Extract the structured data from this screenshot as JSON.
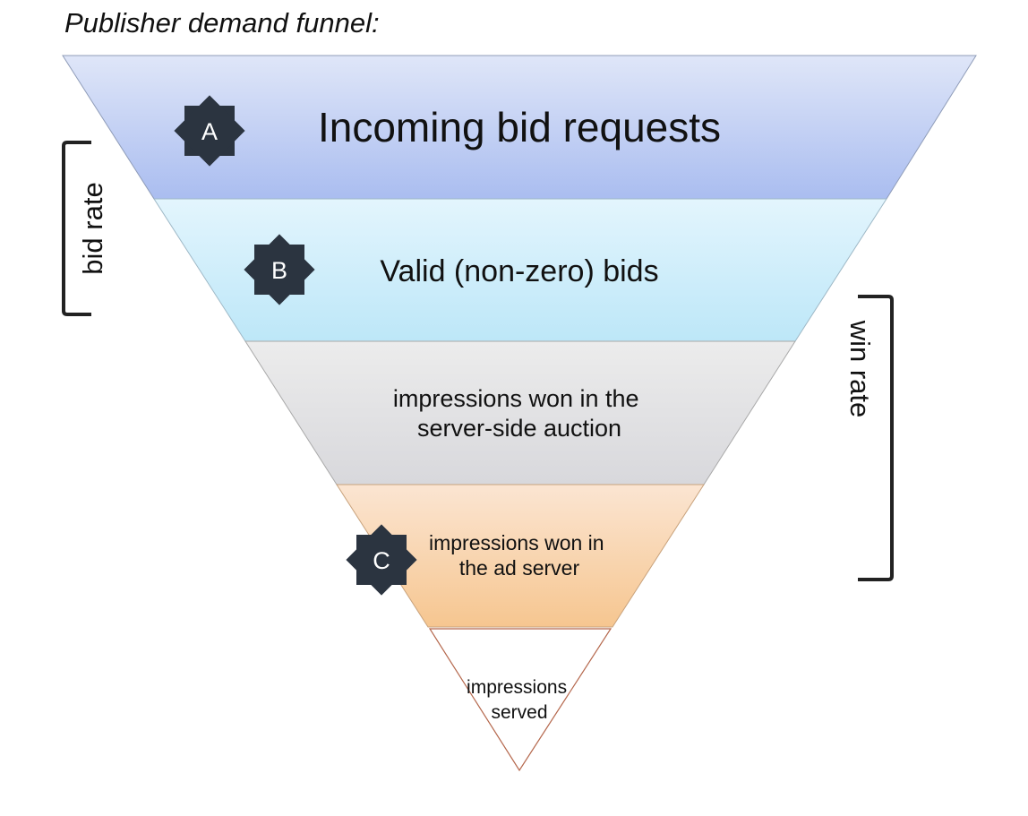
{
  "title": "Publisher demand funnel:",
  "stages": [
    {
      "label_lines": [
        "Incoming bid requests"
      ],
      "badge": "A"
    },
    {
      "label_lines": [
        "Valid (non-zero) bids"
      ],
      "badge": "B"
    },
    {
      "label_lines": [
        "impressions won in the",
        "server-side auction"
      ]
    },
    {
      "label_lines": [
        "impressions won in",
        "the ad server"
      ],
      "badge": "C"
    },
    {
      "label_lines": [
        "impressions",
        "served"
      ]
    }
  ],
  "brackets": {
    "left": "bid rate",
    "right": "win rate"
  },
  "colors": {
    "badge": "#2b3440",
    "stroke": "#8a8a8a",
    "tip_stroke": "#b5684d"
  }
}
